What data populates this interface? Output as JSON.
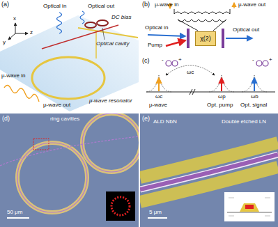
{
  "diagram": {
    "nodes": [
      {
        "text": [
          "χ(2)"
        ]
      }
    ],
    "labels": [
      "(a)",
      "x",
      "Optical in",
      "Optical out",
      "DC bias",
      "z",
      "y",
      "Optical cavity",
      "μ-wave resonator",
      "μ-wave in",
      "μ-wave out",
      "(b)",
      "μ-wave in",
      "μ-wave out",
      "Optical in",
      "Pump",
      "Optical out",
      "(c)",
      "+",
      "-",
      "ωc",
      "+",
      "-",
      "ωc",
      "ωp",
      "ωb",
      "μ-wave",
      "Opt. pump",
      "Opt. signal",
      "(d)",
      "ring cavities",
      "50 μm",
      "(e)",
      "ALD NbN",
      "Double etched LN",
      "5 μm"
    ]
  }
}
